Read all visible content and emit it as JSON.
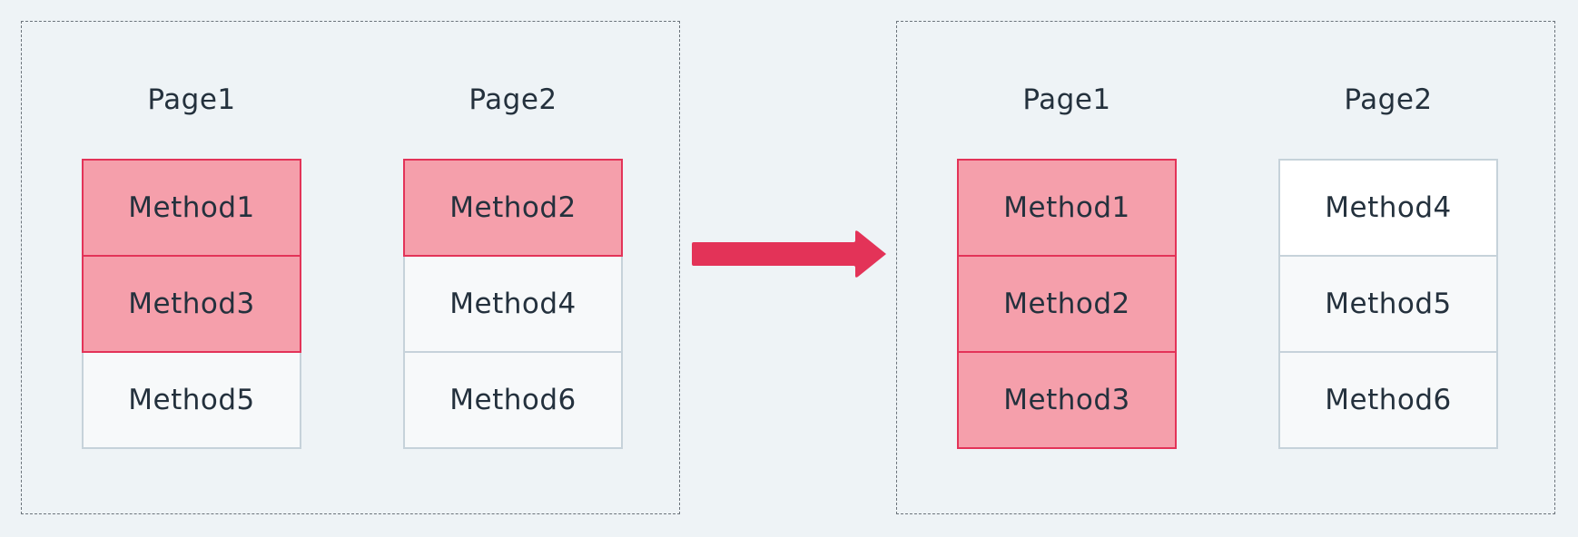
{
  "colors": {
    "background": "#eef3f6",
    "highlight_fill": "#f59fab",
    "highlight_border": "#e33358",
    "plain_fill": "#f7f9fa",
    "plain_border": "#c6d2da",
    "arrow": "#e33358",
    "text": "#24313d"
  },
  "before": {
    "page1": {
      "title": "Page1",
      "methods": [
        {
          "label": "Method1",
          "highlighted": true
        },
        {
          "label": "Method3",
          "highlighted": true
        },
        {
          "label": "Method5",
          "highlighted": false
        }
      ]
    },
    "page2": {
      "title": "Page2",
      "methods": [
        {
          "label": "Method2",
          "highlighted": true
        },
        {
          "label": "Method4",
          "highlighted": false
        },
        {
          "label": "Method6",
          "highlighted": false
        }
      ]
    }
  },
  "after": {
    "page1": {
      "title": "Page1",
      "methods": [
        {
          "label": "Method1",
          "highlighted": true
        },
        {
          "label": "Method2",
          "highlighted": true
        },
        {
          "label": "Method3",
          "highlighted": true
        }
      ]
    },
    "page2": {
      "title": "Page2",
      "methods": [
        {
          "label": "Method4",
          "highlighted": false
        },
        {
          "label": "Method5",
          "highlighted": false
        },
        {
          "label": "Method6",
          "highlighted": false
        }
      ]
    }
  },
  "arrow_icon": "right-arrow-icon"
}
